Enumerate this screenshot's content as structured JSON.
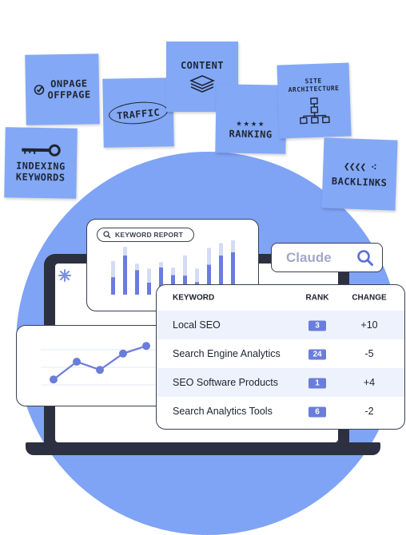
{
  "notes": {
    "onpage": "ONPAGE",
    "offpage": "OFFPAGE",
    "traffic": "TRAFFIC",
    "content": "CONTENT",
    "ranking": "RANKING",
    "site": "SITE",
    "architecture": "ARCHITECTURE",
    "indexing": "INDEXING",
    "keywords": "KEYWORDS",
    "backlinks": "BACKLINKS"
  },
  "keyword_report": {
    "label": "KEYWORD REPORT",
    "bars": [
      {
        "light": 0.62,
        "dark": 0.32
      },
      {
        "light": 0.88,
        "dark": 0.72
      },
      {
        "light": 0.57,
        "dark": 0.45
      },
      {
        "light": 0.48,
        "dark": 0.22
      },
      {
        "light": 0.6,
        "dark": 0.5
      },
      {
        "light": 0.5,
        "dark": 0.36
      },
      {
        "light": 0.72,
        "dark": 0.35
      },
      {
        "light": 0.48,
        "dark": 0.23
      },
      {
        "light": 0.86,
        "dark": 0.55
      },
      {
        "light": 0.95,
        "dark": 0.72
      },
      {
        "light": 1.0,
        "dark": 0.78
      }
    ]
  },
  "line_chart": {
    "values": [
      0.18,
      0.55,
      0.38,
      0.72,
      0.88
    ]
  },
  "search": {
    "value": "Claude",
    "icon": "search-icon"
  },
  "table": {
    "headers": {
      "keyword": "KEYWORD",
      "rank": "RANK",
      "change": "CHANGE"
    },
    "rows": [
      {
        "keyword": "Local SEO",
        "rank": "3",
        "change": "+10"
      },
      {
        "keyword": "Search Engine Analytics",
        "rank": "24",
        "change": "-5"
      },
      {
        "keyword": "SEO Software Products",
        "rank": "1",
        "change": "+4"
      },
      {
        "keyword": "Search Analytics Tools",
        "rank": "6",
        "change": "-2"
      }
    ]
  },
  "colors": {
    "note": "#83a8f6",
    "circle": "#7fa3f5",
    "bar_light": "#d3dcf7",
    "bar_dark": "#6a7ddb",
    "badge": "#6a7ddb",
    "dark": "#2c3041"
  }
}
